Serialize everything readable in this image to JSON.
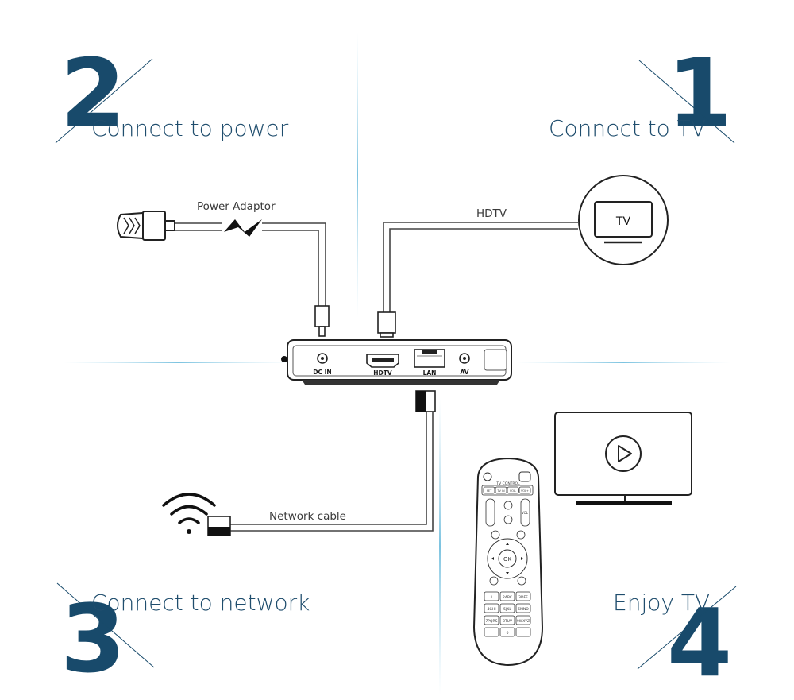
{
  "steps": [
    {
      "number": "1",
      "title": "Connect to TV"
    },
    {
      "number": "2",
      "title": "Connect to power"
    },
    {
      "number": "3",
      "title": "Connect to network"
    },
    {
      "number": "4",
      "title": "Enjoy TV"
    }
  ],
  "cables": {
    "power": "Power Adaptor",
    "hdtv": "HDTV",
    "network": "Network cable"
  },
  "tv_label": "TV",
  "ports": {
    "dcin": "DC IN",
    "hdtv": "HDTV",
    "lan": "LAN",
    "av": "AV"
  },
  "remote": {
    "tv_control": "TV CONTROL",
    "top_keys": [
      "SET",
      "TV IN",
      "VOL-",
      "VOL+"
    ],
    "vol": "VOL",
    "ok": "OK",
    "numpad": [
      "1",
      "2ABC",
      "3DEF",
      "4GHI",
      "5JKL",
      "6MNO",
      "7PQRS",
      "8TUV",
      "9WXYZ",
      "",
      "0",
      ""
    ]
  },
  "colors": {
    "accent": "#184a6b",
    "divider": "#9fd0e6"
  }
}
